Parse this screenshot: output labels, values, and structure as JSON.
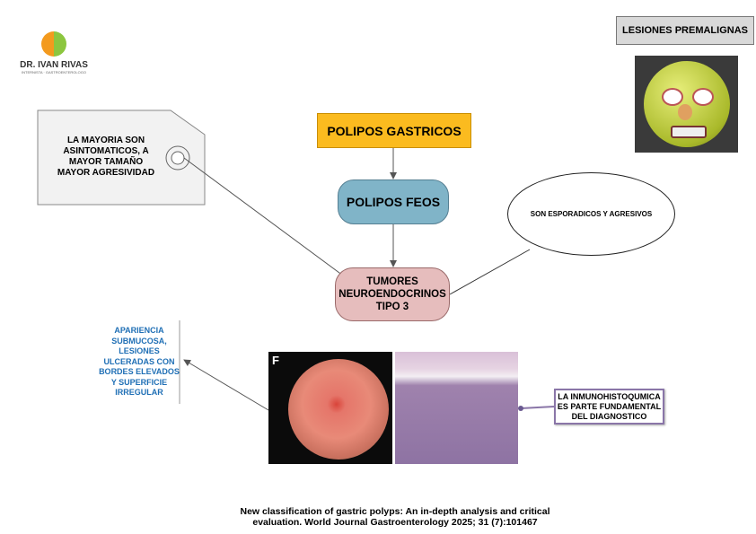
{
  "logo": {
    "name": "DR. IVAN RIVAS",
    "subtitle": "INTERNISTA · GASTROENTEROLOGO"
  },
  "title_box": "LESIONES PREMALIGNAS",
  "tag_note": "LA MAYORIA SON ASINTOMATICOS, A MAYOR TAMAÑO MAYOR AGRESIVIDAD",
  "node_gastricos": "POLIPOS GASTRICOS",
  "node_feos": "POLIPOS FEOS",
  "node_tumores": "TUMORES NEUROENDOCRINOS TIPO 3",
  "oval_note": "SON ESPORADICOS Y AGRESIVOS",
  "appearance_note": "APARIENCIA SUBMUCOSA, LESIONES ULCERADAS CON BORDES ELEVADOS Y SUPERFICIE IRREGULAR",
  "endoscopy_label": "F",
  "ihq_note": "LA INMUNOHISTOQUMICA ES PARTE FUNDAMENTAL DEL DIAGNOSTICO",
  "citation_line1": "New classification  of gastric polyps: An in-depth analysis and critical",
  "citation_line2": "evaluation. World  Journal Gastroenterology 2025; 31 (7):101467",
  "colors": {
    "gastricos": "#fbbb1f",
    "feos": "#80b4c8",
    "tumores": "#e6bdbd",
    "appearance_text": "#1f6fb5",
    "ihq_border": "#8a76a8"
  }
}
